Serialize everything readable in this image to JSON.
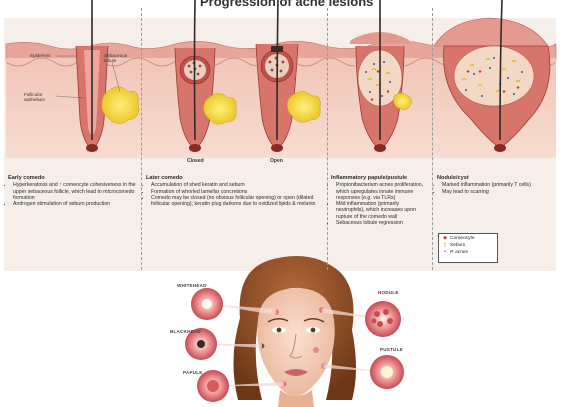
{
  "header": {
    "title": "Progression of acne lesions"
  },
  "top_labels": {
    "epidermis": "Epidermis",
    "sebaceous_lobule": "Sebaceous lobule",
    "follicular_epithelium": "Follicular epithelium",
    "closed": "Closed",
    "open": "Open"
  },
  "stages": [
    {
      "title": "Early comedo",
      "items": [
        "Hyperkeratosis and ↑ corneocyte cohesiveness in the upper sebaceous follicle, which lead to microcomedo formation",
        "Androgen stimulation of sebum production"
      ]
    },
    {
      "title": "Later comedo",
      "items": [
        "Accumulation of shed keratin and sebum",
        "Formation of whorled lamellar concretions",
        "Comedo may be closed (no obvious follicular opening) or open (dilated follicular opening); keratin plug darkens due to oxidized lipids & melanin"
      ]
    },
    {
      "title": "Inflammatory papule/pustule",
      "items": [
        "Propionibacterium acnes proliferation, which upregulates innate immune responses (e.g. via TLRs)",
        "Mild inflammation (primarily neutrophils), which increases upon rupture of the comedo wall",
        "Sebaceous lobule regression"
      ]
    },
    {
      "title": "Nodule/cyst",
      "items": [
        "Marked inflammation (primarily T cells)",
        "May lead to scarring"
      ]
    }
  ],
  "legend": {
    "items": [
      {
        "symbol": "◆",
        "label": "Corneocyte",
        "color": "#c0392b"
      },
      {
        "symbol": "(",
        "label": "Sebum",
        "color": "#e0b400"
      },
      {
        "symbol": "•",
        "label": "P. acnes",
        "color": "#2c5aa0"
      }
    ]
  },
  "face_labels": {
    "whitehead": "WHITEHEAD",
    "blackhead": "BLACKHEAD",
    "papule": "PAPULE",
    "nodule": "NODULE",
    "pustule": "PUSTULE"
  },
  "colors": {
    "skin": "#e7b4a6",
    "dermis": "#efc2b4",
    "follicle": "#b7443d",
    "sebum": "#f2d22e",
    "hair": "#2b2b2b",
    "panel_bg": "#f6efe9"
  }
}
